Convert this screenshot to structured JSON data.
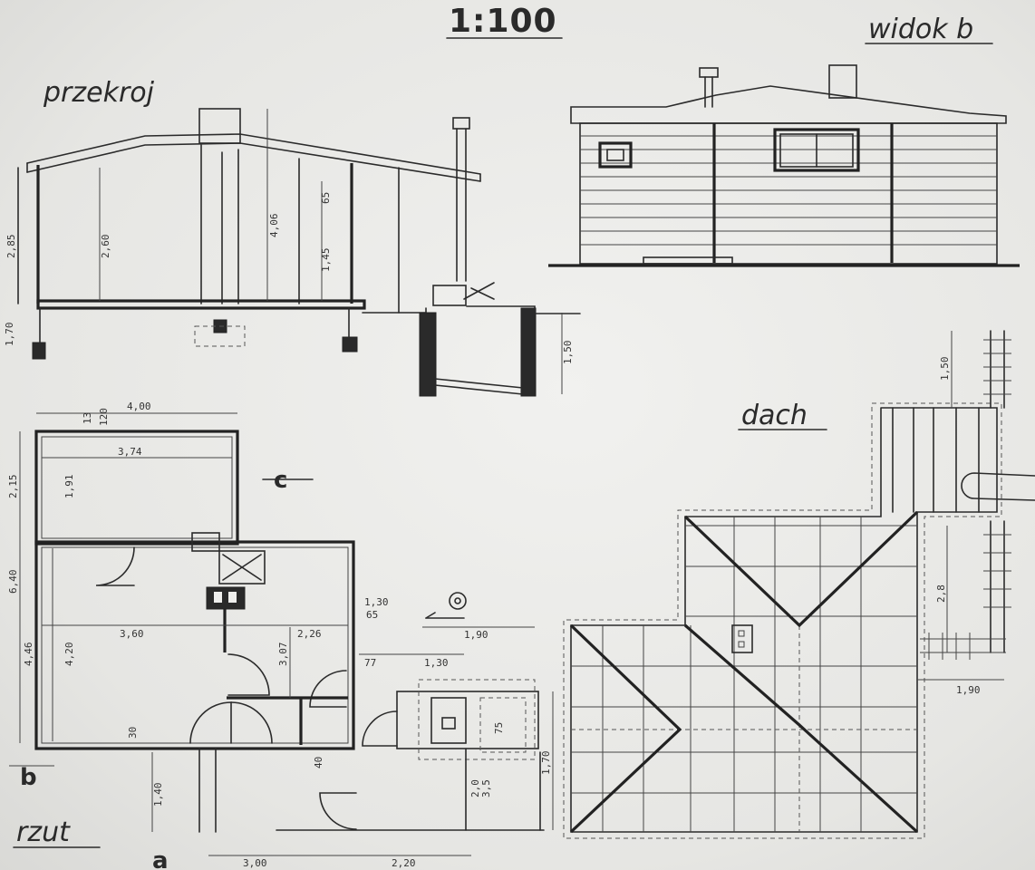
{
  "scale": "1:100",
  "views": {
    "section": "przekroj",
    "elevation": "widok b",
    "roof": "dach",
    "plan": "rzut"
  },
  "markers": {
    "c": "c",
    "b": "b",
    "a": "a"
  },
  "dimensions": {
    "section_height_total": "2,85",
    "section_height_inner": "2,60",
    "section_ridge": "4,06",
    "section_small": "65",
    "section_window": "1,45",
    "section_plinth": "1,70",
    "section_basement": "1,50",
    "plan_width_outer": "4,00",
    "plan_width_inner": "3,74",
    "plan_top_small_1": "13",
    "plan_top_small_2": "120",
    "plan_left_upper": "2,15",
    "plan_left_inner_upper": "1,91",
    "plan_left_total": "6,40",
    "plan_left_lower": "4,46",
    "plan_left_inner_lower": "4,20",
    "plan_room_width": "3,60",
    "plan_room_right": "2,26",
    "plan_room_right_height": "3,07",
    "plan_side_small_1": "1,30",
    "plan_side_small_2": "65",
    "plan_porch_top": "1,90",
    "plan_porch_offset": "77",
    "plan_porch_inner": "1,30",
    "plan_porch_height": "1,70",
    "plan_porch_small": "75",
    "plan_bottom_left": "1,40",
    "plan_bottom_small_1": "30",
    "plan_bottom_small_2": "40",
    "plan_bottom_width_1": "3,00",
    "plan_bottom_width_2": "2,20",
    "plan_bottom_small_3": "2,0",
    "plan_bottom_small_4": "3,5",
    "roof_extension": "1,50",
    "roof_height": "2,8",
    "roof_width": "1,90"
  },
  "colors": {
    "ink": "#2a2a2a",
    "paper": "#efefed"
  }
}
